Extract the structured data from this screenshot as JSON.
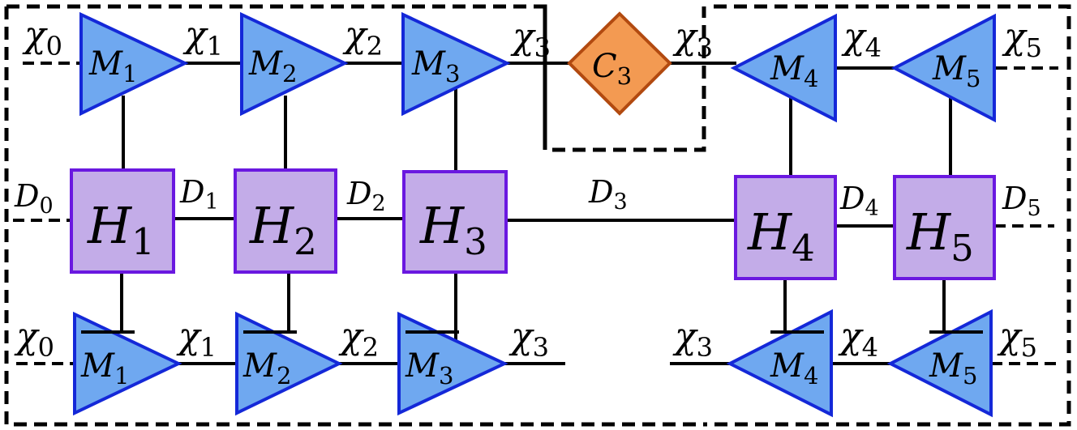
{
  "bonds": {
    "chi0_top": "χ0",
    "chi1_top": "χ1",
    "chi2_top": "χ2",
    "chi3_top_left": "χ3",
    "chi3_top_right": "χ3",
    "chi4_top": "χ4",
    "chi5_top": "χ5",
    "d0": "D0",
    "d1": "D1",
    "d2": "D2",
    "d3": "D3",
    "d4": "D4",
    "d5": "D5",
    "chi0_bot": "χ0",
    "chi1_bot": "χ1",
    "chi2_bot": "χ2",
    "chi3_bot_left": "χ3",
    "chi3_bot_right": "χ3",
    "chi4_bot": "χ4",
    "chi5_bot": "χ5"
  },
  "nodes": {
    "m1": "M1",
    "m2": "M2",
    "m3": "M3",
    "m4": "M4",
    "m5": "M5",
    "h1": "H1",
    "h2": "H2",
    "h3": "H3",
    "h4": "H4",
    "h5": "H5",
    "mb1": "M1",
    "mb2": "M2",
    "mb3": "M3",
    "mb4": "M4",
    "mb5": "M5",
    "c3": "C3"
  },
  "colors": {
    "mps_fill": "#6fa8f0",
    "mps_stroke": "#1428d8",
    "mpo_fill": "#c3ace8",
    "mpo_stroke": "#6a18e0",
    "center_fill": "#f39a52",
    "center_stroke": "#b24a10"
  }
}
